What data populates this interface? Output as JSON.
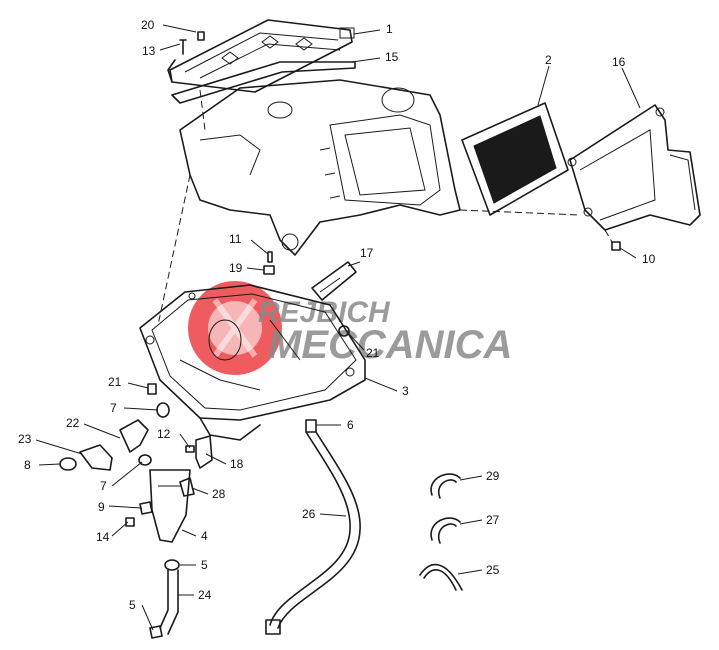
{
  "watermark": {
    "line1": "REJBICH",
    "line2": "MECCANICA",
    "logo_color": "#e8262a",
    "text_color": "#8a8a8a"
  },
  "callouts": {
    "c1": "1",
    "c2": "2",
    "c3": "3",
    "c4": "4",
    "c5a": "5",
    "c5b": "5",
    "c6": "6",
    "c7a": "7",
    "c7b": "7",
    "c8": "8",
    "c9": "9",
    "c10": "10",
    "c11": "11",
    "c12": "12",
    "c13": "13",
    "c14": "14",
    "c15": "15",
    "c16": "16",
    "c17": "17",
    "c18": "18",
    "c19": "19",
    "c20": "20",
    "c21a": "21",
    "c21b": "21",
    "c22": "22",
    "c23": "23",
    "c24": "24",
    "c25": "25",
    "c26": "26",
    "c27": "27",
    "c28": "28",
    "c29": "29"
  }
}
